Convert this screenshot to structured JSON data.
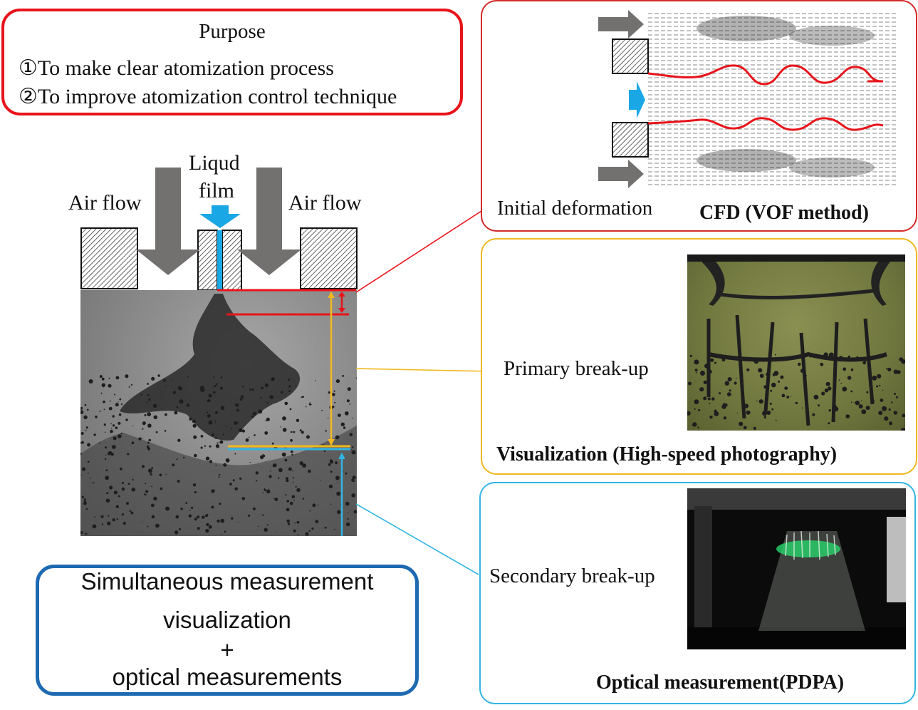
{
  "purpose": {
    "title": "Purpose",
    "line1": "①To make clear atomization process",
    "line2": "②To improve atomization control technique"
  },
  "nozzle": {
    "air_flow_left": "Air flow",
    "air_flow_right": "Air flow",
    "liquid_line1": "Liqud",
    "liquid_line2": "film"
  },
  "cfd": {
    "label": "Initial deformation",
    "title": "CFD (VOF method)"
  },
  "visualization": {
    "label": "Primary break-up",
    "title": "Visualization (High-speed photography)"
  },
  "pdpa": {
    "label": "Secondary break-up",
    "title": "Optical measurement(PDPA)"
  },
  "simultaneous": {
    "line1": "Simultaneous measurement",
    "line2": "visualization",
    "line3": "+",
    "line4": "optical measurements"
  },
  "colors": {
    "red": "#e8141b",
    "yellow": "#f0b820",
    "cyan": "#33b5e2",
    "blue": "#1e6ab1",
    "arrow_gray": "#737070",
    "liquid_blue": "#1aa7e6"
  }
}
